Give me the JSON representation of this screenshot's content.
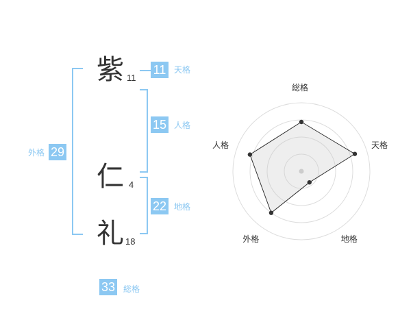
{
  "name": {
    "chars": [
      {
        "char": "紫",
        "strokes": "11"
      },
      {
        "char": "仁",
        "strokes": "4"
      },
      {
        "char": "礼",
        "strokes": "18"
      }
    ]
  },
  "grades": {
    "tenkaku": {
      "value": "11",
      "label": "天格"
    },
    "jinkaku": {
      "value": "15",
      "label": "人格"
    },
    "chikaku": {
      "value": "22",
      "label": "地格"
    },
    "gaikaku": {
      "value": "29",
      "label": "外格"
    },
    "soukaku": {
      "value": "33",
      "label": "総格"
    }
  },
  "chart_data": {
    "type": "radar",
    "axes": [
      "総格",
      "天格",
      "地格",
      "外格",
      "人格"
    ],
    "values": [
      0.72,
      0.82,
      0.2,
      0.75,
      0.79
    ],
    "range": [
      0,
      1
    ],
    "rings": 4
  }
}
